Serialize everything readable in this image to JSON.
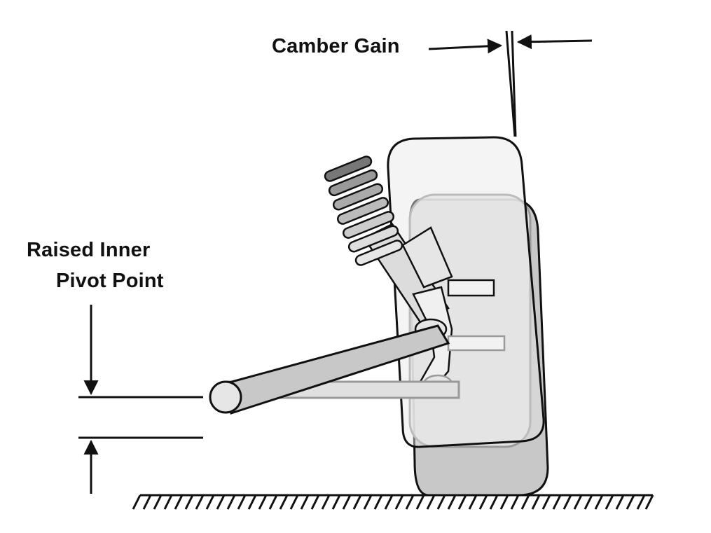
{
  "labels": {
    "camber_gain": "Camber Gain",
    "pivot_line_1": "Raised Inner",
    "pivot_line_2": "Pivot Point"
  },
  "colors": {
    "stroke": "#111111",
    "tire_fill": "#e6e6e6",
    "tire_shadow": "#c8c8c8",
    "ghost_stroke": "#9a9a9a",
    "background": "#ffffff"
  }
}
